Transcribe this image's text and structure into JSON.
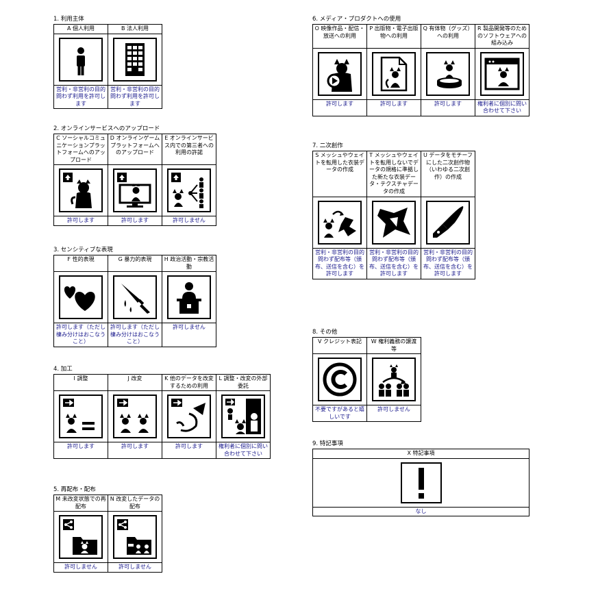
{
  "s1": {
    "title": "1. 利用主体",
    "headers": [
      "A 個人利用",
      "B 法人利用"
    ],
    "icons": [
      "person-icon",
      "building-icon"
    ],
    "status": [
      "営利・非営利の目的問わず利用を許可します",
      "営利・非営利の目的問わず利用を許可します"
    ]
  },
  "s2": {
    "title": "2. オンラインサービスへのアップロード",
    "headers": [
      "C ソーシャルコミュニケーションプラットフォームへのアップロード",
      "D オンラインゲームプラットフォームへのアップロード",
      "E オンラインサービス内での第三者への利用の許諾"
    ],
    "icons": [
      "social-upload-icon",
      "game-upload-icon",
      "third-party-share-icon"
    ],
    "status": [
      "許可します",
      "許可します",
      "許可しません"
    ]
  },
  "s3": {
    "title": "3. センシティブな表現",
    "headers": [
      "F 性的表現",
      "G 暴力的表現",
      "H 政治活動・宗教活動"
    ],
    "icons": [
      "hearts-icon",
      "knife-icon",
      "podium-icon"
    ],
    "status": [
      "許可します（ただし棲み分けはおこなうこと）",
      "許可します（ただし棲み分けはおこなうこと）",
      "許可しません"
    ]
  },
  "s4": {
    "title": "4. 加工",
    "headers": [
      "I 調整",
      "J 改変",
      "K 他のデータを改変するための利用",
      "L 調整・改変の外部委託"
    ],
    "icons": [
      "adjust-icon",
      "modify-icon",
      "derive-icon",
      "outsource-icon"
    ],
    "status": [
      "許可します",
      "許可します",
      "許可します",
      "権利者に個別に問い合わせて下さい"
    ]
  },
  "s5": {
    "title": "5. 再配布・配布",
    "headers": [
      "M 未改変状態での再配布",
      "N 改変したデータの配布"
    ],
    "icons": [
      "redistribute-icon",
      "distribute-modified-icon"
    ],
    "status": [
      "許可しません",
      "許可しません"
    ]
  },
  "s6": {
    "title": "6. メディア・プロダクトへの使用",
    "headers": [
      "O 映像作品・配信・放送への利用",
      "P 出版物・電子出版物への利用",
      "Q 有体物（グッズ）への利用",
      "R 製品開発等のためのソフトウェアへの組み込み"
    ],
    "icons": [
      "video-icon",
      "publication-icon",
      "goods-icon",
      "software-icon"
    ],
    "status": [
      "許可します",
      "許可します",
      "許可します",
      "権利者に個別に問い合わせて下さい"
    ]
  },
  "s7": {
    "title": "7. 二次創作",
    "headers": [
      "S メッシュやウェイトを転用した衣装データの作成",
      "T メッシュやウェイトを転用しないでデータの規格に準拠した新たな衣装データ・テクスチャデータの作成",
      "U データをモチーフにした二次創作物（いわゆる二次創作）の作成"
    ],
    "icons": [
      "costume-transfer-icon",
      "new-costume-icon",
      "pen-nib-icon"
    ],
    "status": [
      "営利・非営利の目的問わず配布等（頒布、送信を含む）を許可します",
      "営利・非営利の目的問わず配布等（頒布、送信を含む）を許可します",
      "営利・非営利の目的問わず配布等（頒布、送信を含む）を許可します"
    ]
  },
  "s8": {
    "title": "8. その他",
    "headers": [
      "V クレジット表記",
      "W 権利義務の譲渡等"
    ],
    "icons": [
      "copyright-icon",
      "transfer-rights-icon"
    ],
    "status": [
      "不要ですがあると嬉しいです",
      "許可しません"
    ]
  },
  "s9": {
    "title": "9. 特記事項",
    "headers": [
      "X 特記事項"
    ],
    "icons": [
      "exclamation-icon"
    ],
    "status": [
      "なし"
    ]
  }
}
